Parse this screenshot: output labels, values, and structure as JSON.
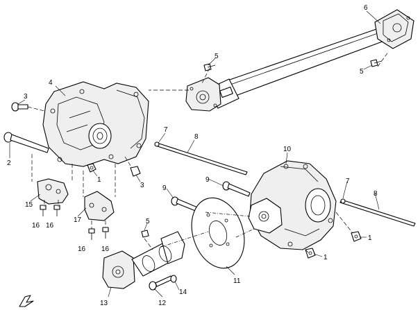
{
  "callouts": [
    {
      "id": "c1a",
      "text": "1"
    },
    {
      "id": "c1b",
      "text": "1"
    },
    {
      "id": "c1c",
      "text": "1"
    },
    {
      "id": "c2",
      "text": "2"
    },
    {
      "id": "c3a",
      "text": "3"
    },
    {
      "id": "c3b",
      "text": "3"
    },
    {
      "id": "c4",
      "text": "4"
    },
    {
      "id": "c5a",
      "text": "5"
    },
    {
      "id": "c5b",
      "text": "5"
    },
    {
      "id": "c5c",
      "text": "5"
    },
    {
      "id": "c6",
      "text": "6"
    },
    {
      "id": "c7a",
      "text": "7"
    },
    {
      "id": "c7b",
      "text": "7"
    },
    {
      "id": "c8a",
      "text": "8"
    },
    {
      "id": "c8b",
      "text": "8"
    },
    {
      "id": "c9a",
      "text": "9"
    },
    {
      "id": "c9b",
      "text": "9"
    },
    {
      "id": "c10",
      "text": "10"
    },
    {
      "id": "c11",
      "text": "11"
    },
    {
      "id": "c12",
      "text": "12"
    },
    {
      "id": "c13",
      "text": "13"
    },
    {
      "id": "c14",
      "text": "14"
    },
    {
      "id": "c15",
      "text": "15"
    },
    {
      "id": "c16a",
      "text": "16"
    },
    {
      "id": "c16b",
      "text": "16"
    },
    {
      "id": "c16c",
      "text": "16"
    },
    {
      "id": "c16d",
      "text": "16"
    },
    {
      "id": "c17",
      "text": "17"
    }
  ]
}
